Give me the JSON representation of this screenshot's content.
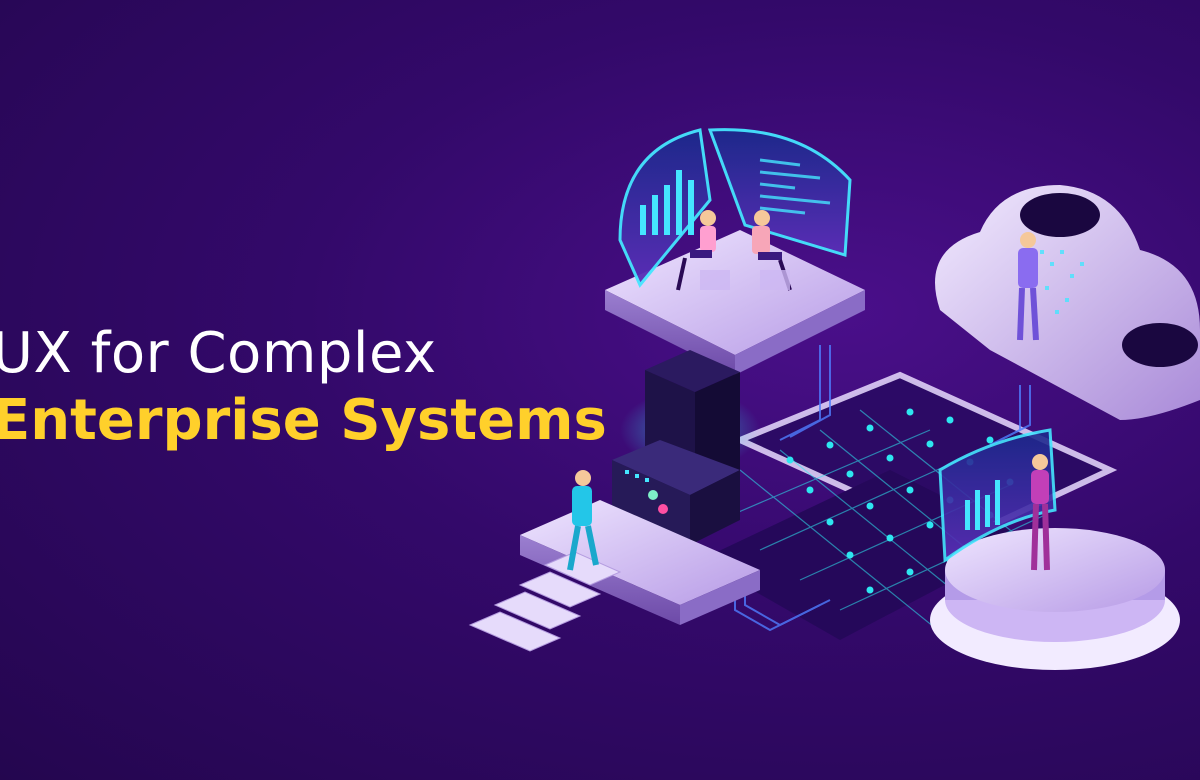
{
  "hero": {
    "line1": "UX for Complex",
    "line2": "Enterprise Systems"
  },
  "colors": {
    "background": "#33096a",
    "headline_white": "#ffffff",
    "headline_yellow": "#ffd02b",
    "platform_lilac": "#d7c4f7",
    "circuit_cyan": "#2ee6f0"
  },
  "illustration": {
    "elements": [
      "workstation-platform",
      "server-tower",
      "circuit-grid",
      "cloud-node",
      "presenter-pedestal",
      "stairs-platform"
    ],
    "icons": [
      "bar-chart-icon",
      "code-lines-icon",
      "cloud-icon",
      "person-icon"
    ]
  }
}
